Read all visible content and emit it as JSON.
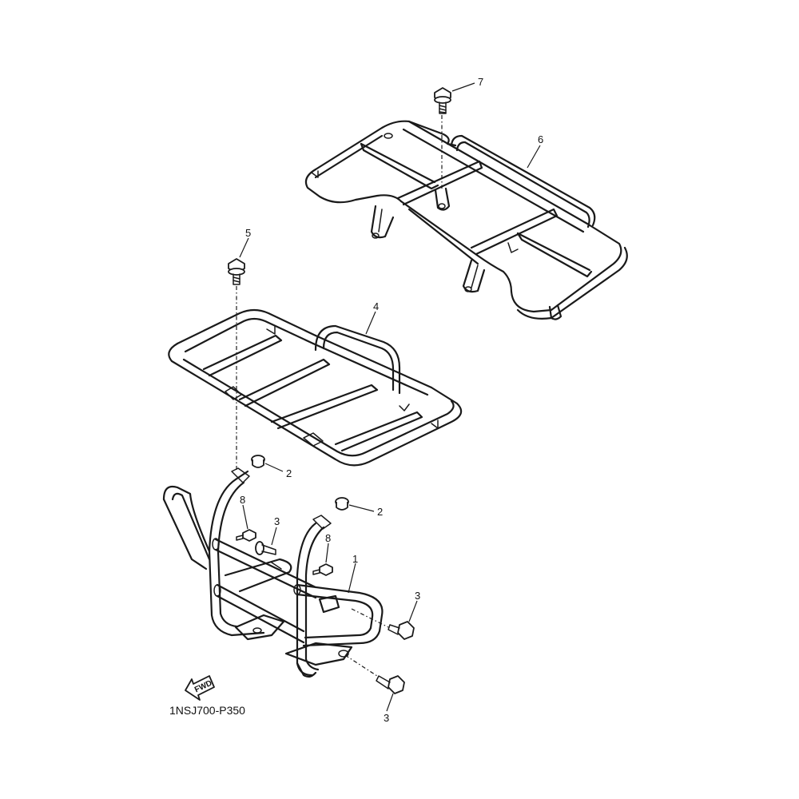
{
  "diagram": {
    "drawing_code": "1NSJ700-P350",
    "direction_arrow_label": "FWD",
    "callouts": [
      {
        "id": "callout-1",
        "label": "1"
      },
      {
        "id": "callout-2a",
        "label": "2"
      },
      {
        "id": "callout-2b",
        "label": "2"
      },
      {
        "id": "callout-3a",
        "label": "3"
      },
      {
        "id": "callout-3b",
        "label": "3"
      },
      {
        "id": "callout-3c",
        "label": "3"
      },
      {
        "id": "callout-4",
        "label": "4"
      },
      {
        "id": "callout-5",
        "label": "5"
      },
      {
        "id": "callout-6",
        "label": "6"
      },
      {
        "id": "callout-7",
        "label": "7"
      },
      {
        "id": "callout-8a",
        "label": "8"
      },
      {
        "id": "callout-8b",
        "label": "8"
      }
    ]
  }
}
